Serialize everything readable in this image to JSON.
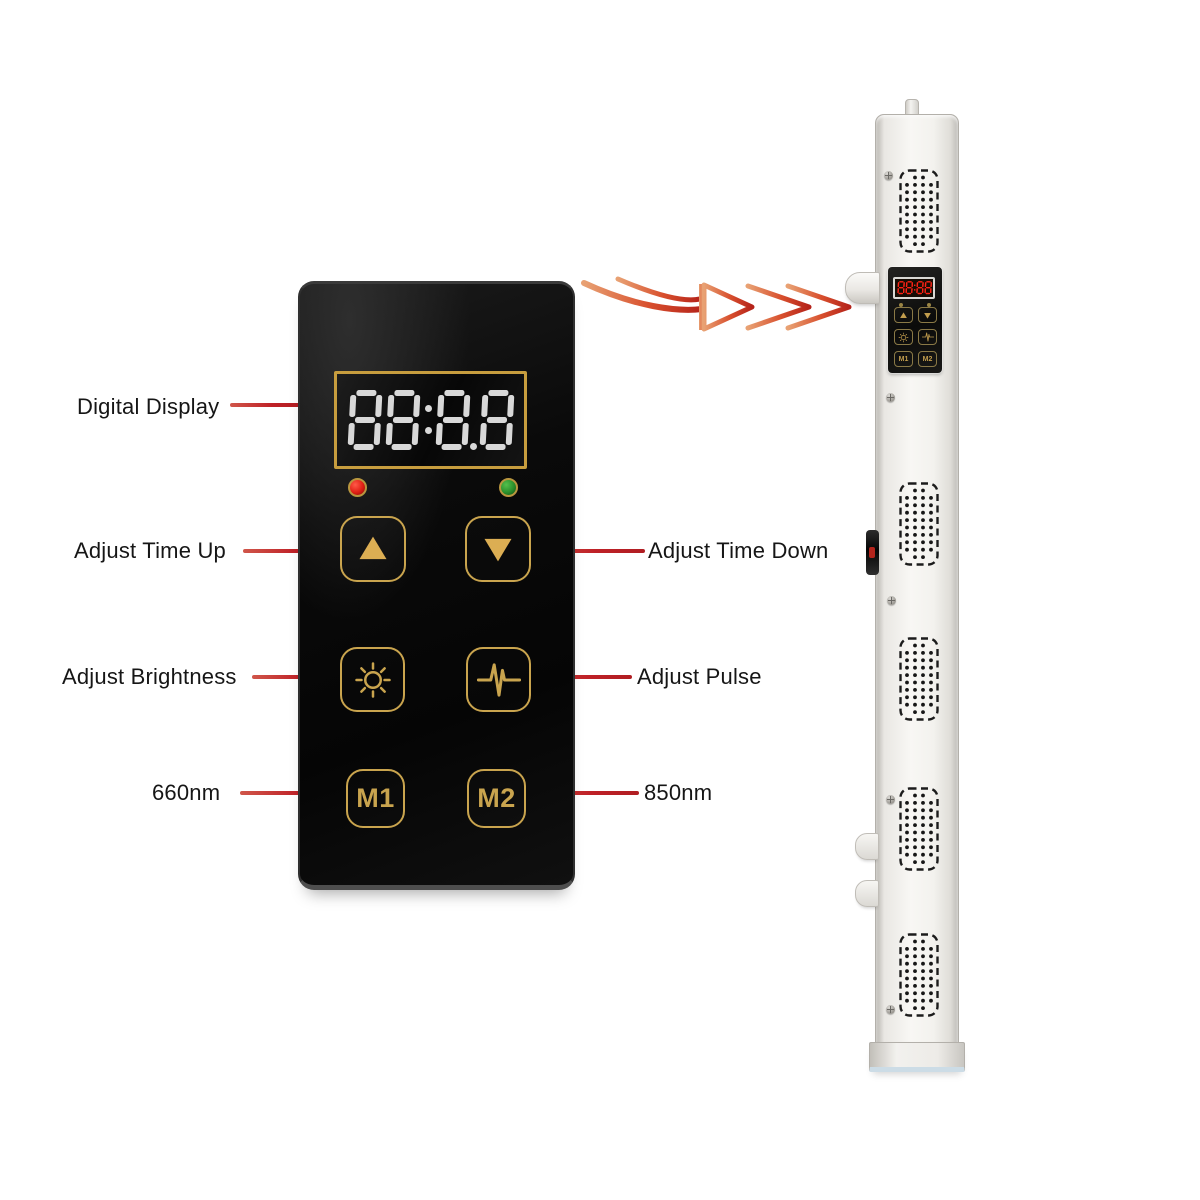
{
  "diagram": {
    "annotations_left": [
      {
        "label": "Digital Display"
      },
      {
        "label": "Adjust Time Up"
      },
      {
        "label": "Adjust Brightness"
      },
      {
        "label": "660nm"
      }
    ],
    "annotations_right": [
      {
        "label": "Adjust Time Down"
      },
      {
        "label": "Adjust Pulse"
      },
      {
        "label": "850nm"
      }
    ]
  },
  "control_panel": {
    "display_value": "88:8.8",
    "display_segment_color": "#d8d8d8",
    "indicator_leds": [
      {
        "name": "red-led",
        "color": "#df1f14"
      },
      {
        "name": "green-led",
        "color": "#2a8f2c"
      }
    ],
    "buttons": {
      "time_up_icon": "triangle-up",
      "time_down_icon": "triangle-down",
      "brightness_icon": "sun",
      "pulse_icon": "pulse-wave",
      "m1_label": "M1",
      "m2_label": "M2"
    },
    "accent_color": "#c9a44e"
  },
  "device_side_view": {
    "mini_display_value": "88:88",
    "mini_display_color": "#ff2014",
    "mini_buttons": {
      "m1_label": "M1",
      "m2_label": "M2"
    },
    "grille_count": 5
  },
  "annotation_line_color": "#bf2127"
}
